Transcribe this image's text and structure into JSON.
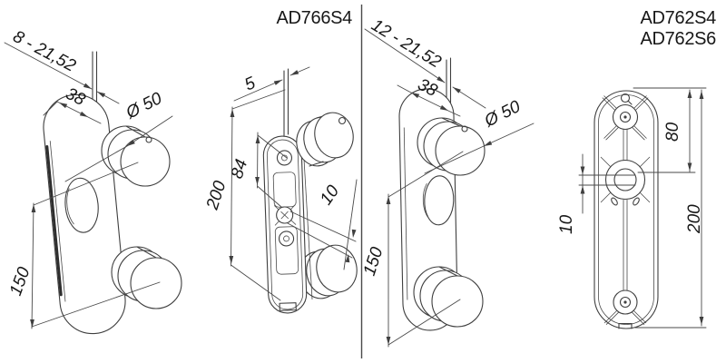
{
  "left": {
    "title": "AD766S4",
    "iso_front": {
      "glass_range": "8 - 21,52",
      "clamp_width": "38",
      "clamp_diameter": "Ø 50",
      "clamp_spacing": "150"
    },
    "iso_rear": {
      "glass_gap": "5",
      "hole_spacing": "84",
      "length": "200",
      "thickness": "10"
    }
  },
  "right": {
    "titles": [
      "AD762S4",
      "AD762S6"
    ],
    "iso_front": {
      "glass_range": "12 - 21,52",
      "clamp_width": "38",
      "clamp_diameter": "Ø 50",
      "clamp_spacing": "150"
    },
    "flat_view": {
      "hole_offset": "80",
      "length": "200",
      "slot_width": "10"
    }
  },
  "colors": {
    "line": "#3f3f3f",
    "text": "#171717",
    "background": "#ffffff"
  }
}
